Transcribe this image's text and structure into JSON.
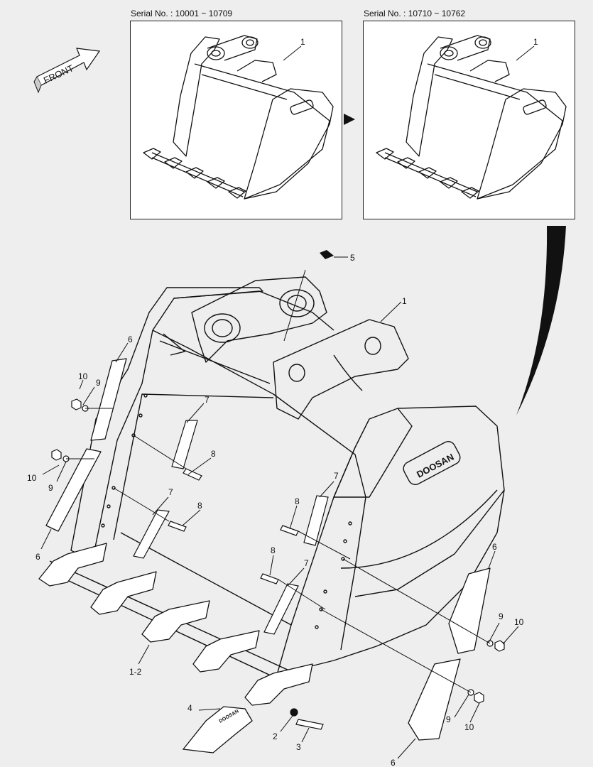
{
  "header": {
    "serial_left": "Serial No. : 10001 ~ 10709",
    "serial_right": "Serial No. : 10710 ~ 10762"
  },
  "front_label": "FRONT",
  "inset_callouts": {
    "left": "1",
    "right": "1"
  },
  "callouts": {
    "c1": "1",
    "c12": "1-2",
    "c2": "2",
    "c3": "3",
    "c4": "4",
    "c5": "5",
    "c6a": "6",
    "c6b": "6",
    "c6c": "6",
    "c6d": "6",
    "c7a": "7",
    "c7b": "7",
    "c7c": "7",
    "c7d": "7",
    "c8a": "8",
    "c8b": "8",
    "c8c": "8",
    "c8d": "8",
    "c9a": "9",
    "c9b": "9",
    "c9c": "9",
    "c9d": "9",
    "c10a": "10",
    "c10b": "10",
    "c10c": "10",
    "c10d": "10"
  },
  "logo_text": "DOOSAN",
  "tooth_logo_text": "DOOSAN",
  "colors": {
    "line": "#111111",
    "paper": "#ffffff",
    "background": "#eeeeee"
  }
}
